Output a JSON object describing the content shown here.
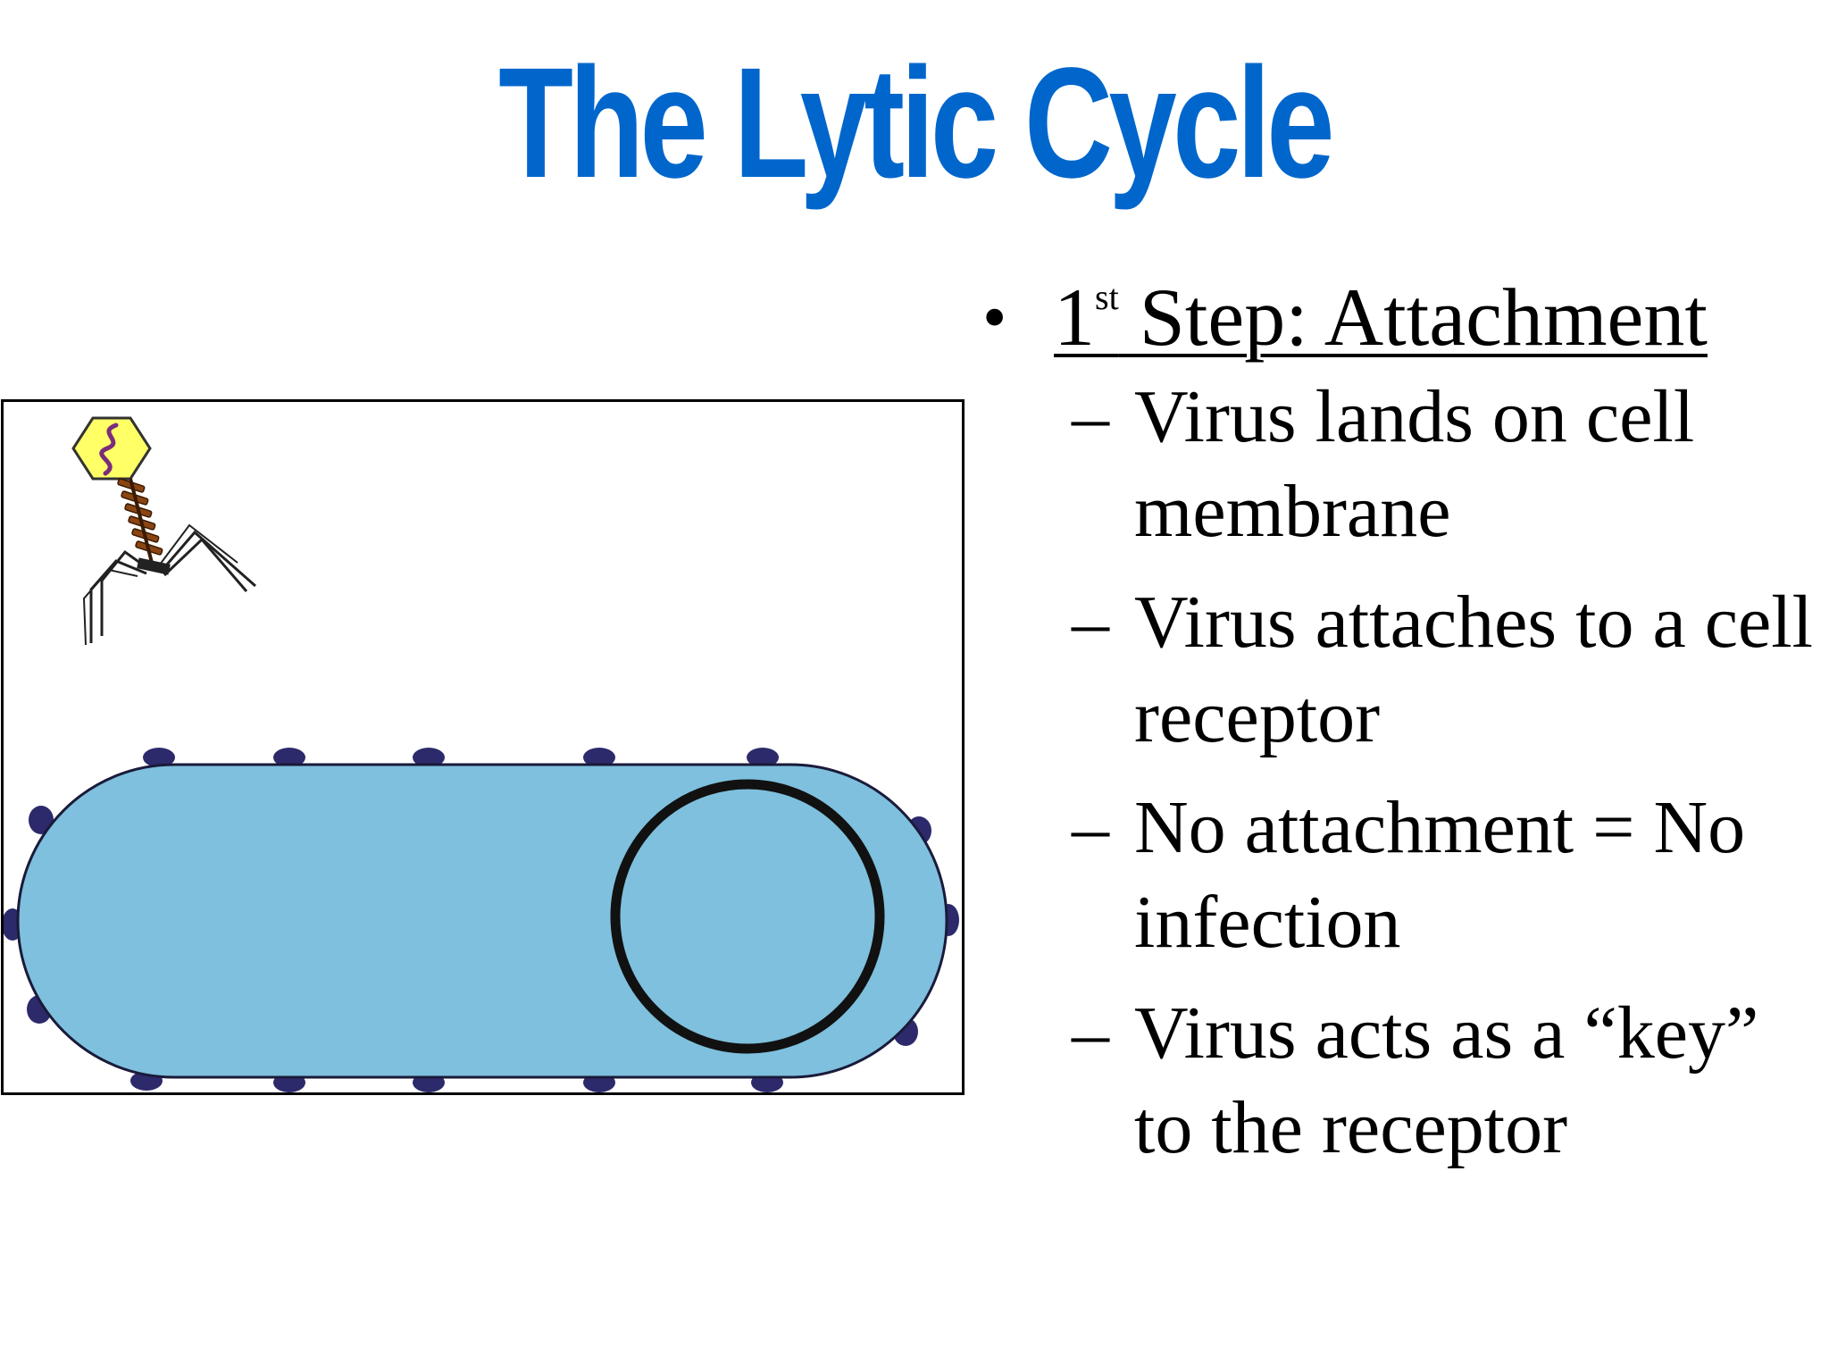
{
  "slide": {
    "title": "The Lytic Cycle",
    "main_bullet": {
      "number": "1",
      "ordinal_suffix": "st",
      "text": " Step: Attachment"
    },
    "sub_bullets": [
      {
        "text": "Virus lands on cell membrane"
      },
      {
        "text": "Virus attaches to a cell receptor"
      },
      {
        "text": "No attachment = No infection"
      },
      {
        "text": "Virus acts as a “key” to the receptor"
      }
    ],
    "colors": {
      "title": "#0066cc",
      "cell_fill": "#7ec0dd",
      "receptor": "#2c2a6b",
      "virus_head": "#ffff66",
      "virus_dna": "#7b2c7b",
      "virus_tail": "#8b4513"
    },
    "figure": {
      "icons": [
        "bacteriophage-icon",
        "bacterial-cell",
        "receptor-dots",
        "nucleoid-ring"
      ]
    }
  }
}
